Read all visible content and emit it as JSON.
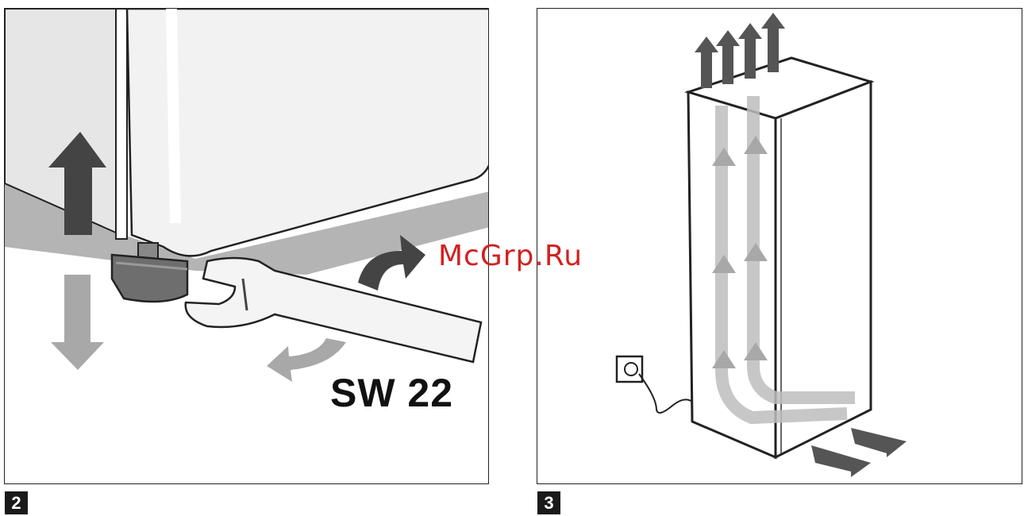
{
  "figures": [
    {
      "number": "2",
      "label": "SW 22"
    },
    {
      "number": "3"
    }
  ],
  "watermark": "McGrp.Ru",
  "colors": {
    "dark_arrow": "#444444",
    "light_arrow": "#9a9a9a",
    "floor": "#b4b4b4",
    "appliance": "#f0f0f0",
    "watermark": "#d42020"
  }
}
